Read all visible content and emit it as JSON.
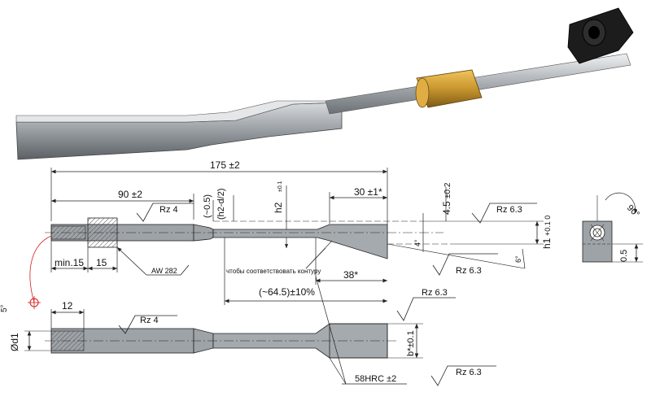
{
  "dimensions": {
    "total_length": "175 ±2",
    "shank_length": "90 ±2",
    "offset_small": "(~0.5)",
    "offset_h2d2": "(h2-d/2)",
    "h2": "h2",
    "h2_tol": "±0.1",
    "blade_length": "30 ±1*",
    "thickness": "4.5",
    "thickness_tol": "±0.2",
    "h1": "h1",
    "h1_tol": "+0.1\n0",
    "min15": "min.15",
    "collar_15": "15",
    "angle_38": "38*",
    "angle_4": "4°",
    "angle_6": "6°",
    "length_64": "(~64.5)±10%",
    "contour_note": "чтобы соответствовать контуру",
    "bore_12": "12",
    "d1": "Ød1",
    "b_width": "b*±0.1",
    "hardness": "58HRC ±2",
    "weld": "AW 282",
    "end_05": "0.5",
    "angle_90": "90°",
    "left_cut": "5°"
  },
  "roughness": {
    "rz4_top": "Rz 4",
    "rz4_bottom": "Rz 4",
    "rz63_top": "Rz 6.3",
    "rz63_mid": "Rz 6.3",
    "rz63_lower": "Rz 6.3",
    "rz63_bottom": "Rz 6.3"
  },
  "colors": {
    "line": "#222222",
    "hatch": "#555555",
    "brass": "#c8962e",
    "tool_metal": "#9a9ea2",
    "leader_red": "#d21f1f"
  }
}
